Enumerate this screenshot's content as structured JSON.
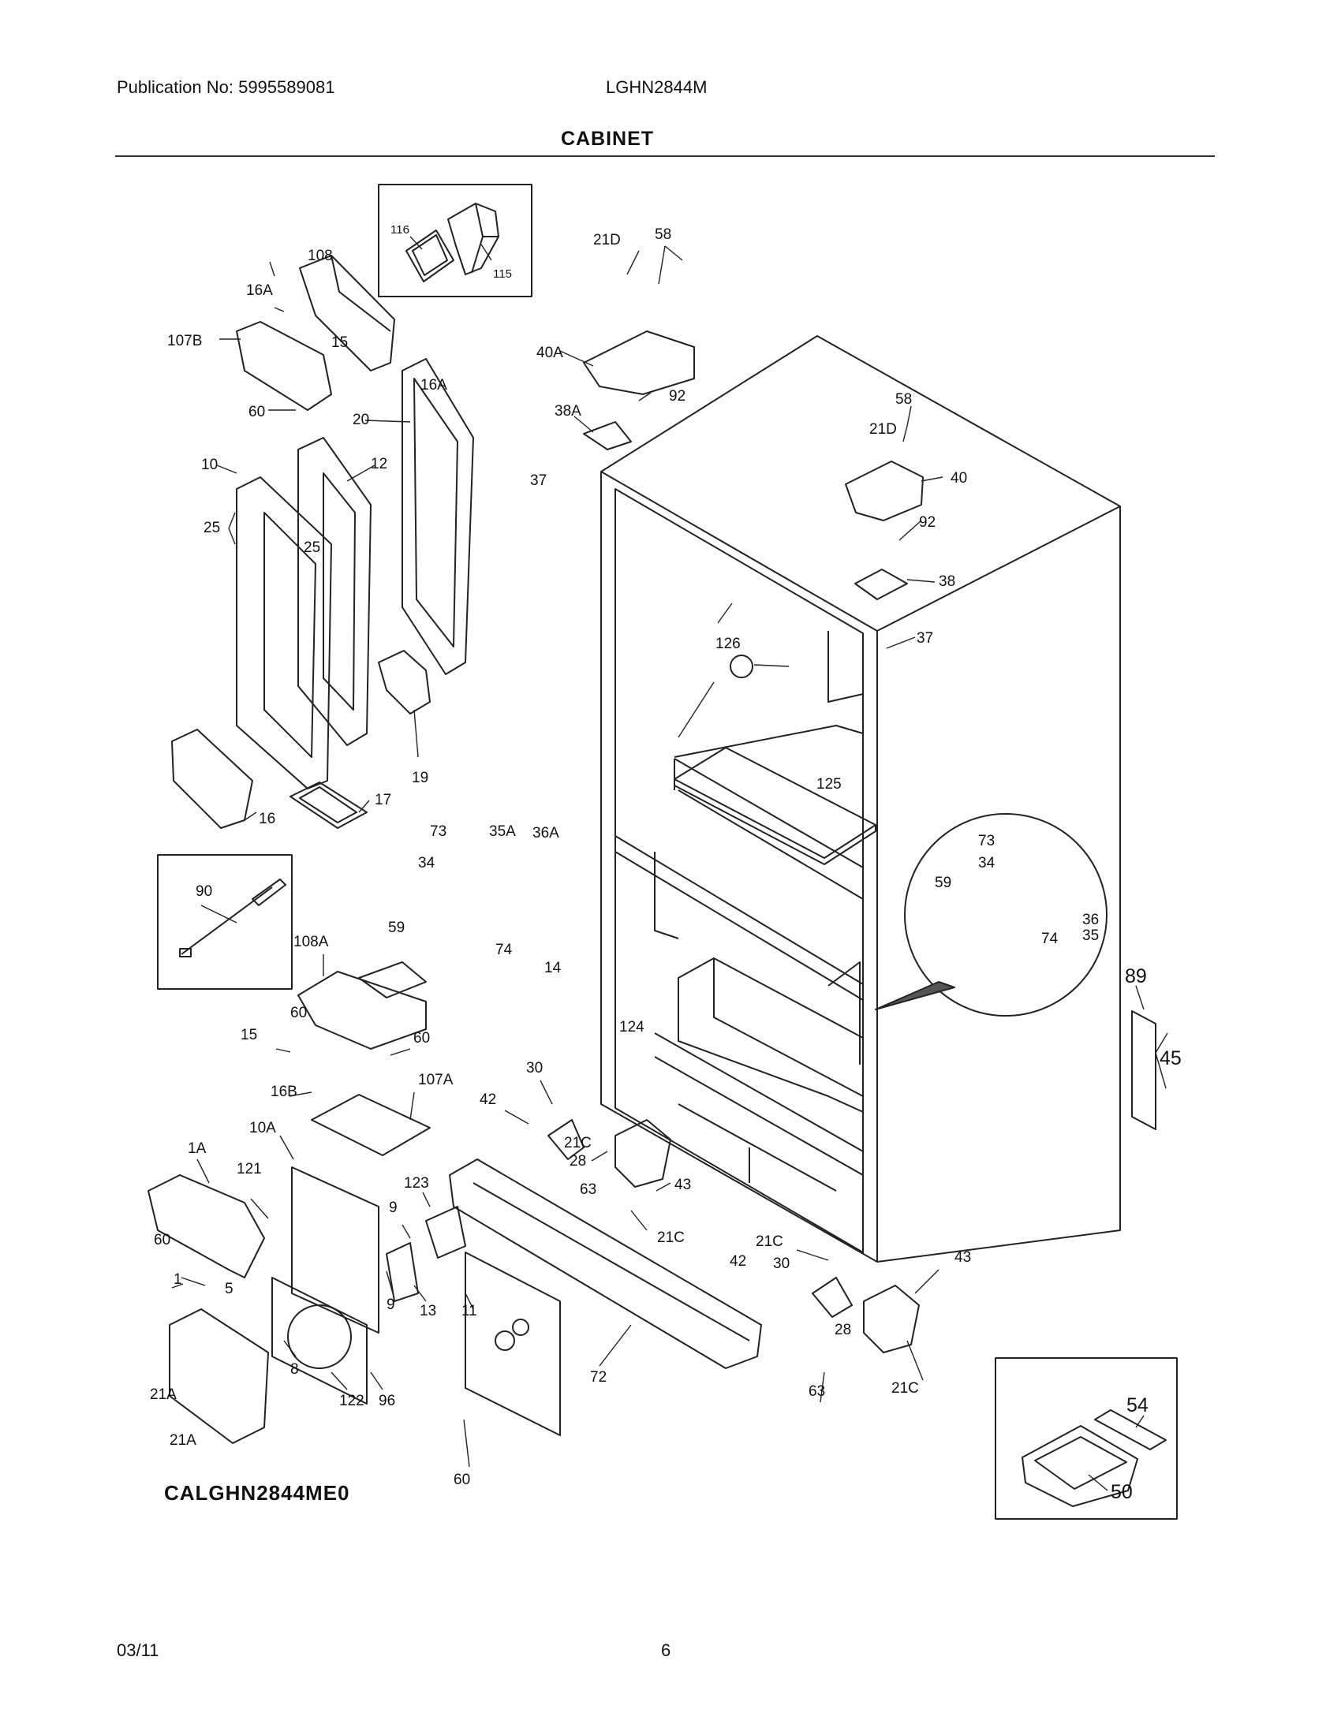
{
  "header": {
    "publication": "Publication No: 5995589081",
    "model": "LGHN2844M"
  },
  "title": "CABINET",
  "diagram_code": "CALGHN2844ME0",
  "footer": {
    "date": "03/11",
    "page": "6"
  },
  "callouts": {
    "c116": "116",
    "c115": "115",
    "c108": "108",
    "c16A": "16A",
    "c16A2": "16A",
    "c107B": "107B",
    "c15": "15",
    "c60a": "60",
    "c20": "20",
    "c10": "10",
    "c12": "12",
    "c25a": "25",
    "c25b": "25",
    "c19": "19",
    "c16": "16",
    "c17": "17",
    "c21Da": "21D",
    "c58a": "58",
    "c40A": "40A",
    "c92a": "92",
    "c38A": "38A",
    "c37a": "37",
    "c58b": "58",
    "c21Db": "21D",
    "c40": "40",
    "c92b": "92",
    "c38": "38",
    "c37b": "37",
    "c126": "126",
    "c125": "125",
    "c73a": "73",
    "c35A": "35A",
    "c36A": "36A",
    "c34a": "34",
    "c59a": "59",
    "c74a": "74",
    "c73b": "73",
    "c34b": "34",
    "c59b": "59",
    "c36": "36",
    "c74b": "74",
    "c35": "35",
    "c89": "89",
    "c45": "45",
    "c90": "90",
    "c108A": "108A",
    "c14": "14",
    "c124": "124",
    "c60b": "60",
    "c60c": "60",
    "c15b": "15",
    "c16B": "16B",
    "c107A": "107A",
    "c30a": "30",
    "c42a": "42",
    "c21Ca": "21C",
    "c28a": "28",
    "c63a": "63",
    "c43a": "43",
    "c21Cb": "21C",
    "c10A": "10A",
    "c1A": "1A",
    "c121": "121",
    "c123": "123",
    "c9a": "9",
    "c60d": "60",
    "c1": "1",
    "c5": "5",
    "c9b": "9",
    "c13": "13",
    "c11": "11",
    "c8": "8",
    "c21Aa": "21A",
    "c122": "122",
    "c96": "96",
    "c21Ab": "21A",
    "c72": "72",
    "c60e": "60",
    "c21Cc": "21C",
    "c42b": "42",
    "c30b": "30",
    "c43b": "43",
    "c28b": "28",
    "c63b": "63",
    "c21Cd": "21C",
    "c54": "54",
    "c50": "50"
  }
}
